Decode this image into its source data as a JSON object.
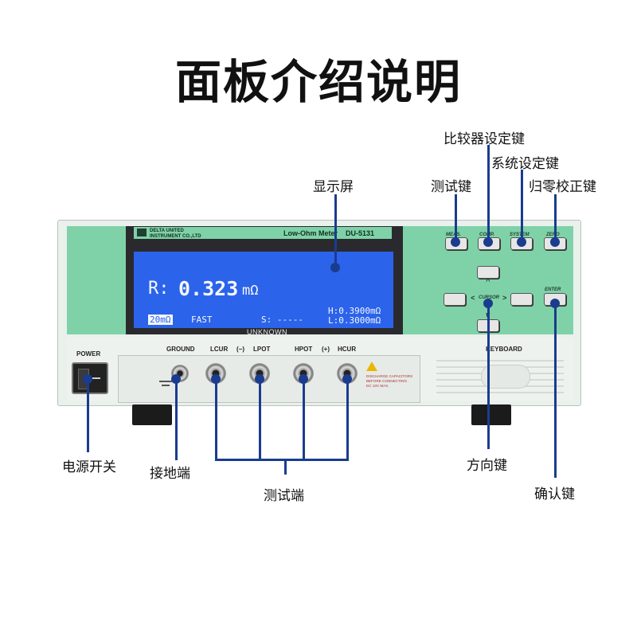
{
  "title": "面板介绍说明",
  "callouts": {
    "display": "显示屏",
    "measure_key": "测试键",
    "compare_key": "比较器设定键",
    "system_key": "系统设定键",
    "zero_key": "归零校正键",
    "power_switch": "电源开关",
    "ground_terminal": "接地端",
    "test_terminals": "测试端",
    "direction_keys": "方向键",
    "enter_key": "确认键"
  },
  "device": {
    "brand_line1": "DELTA UNITED",
    "brand_line2": "INSTRUMENT CO.,LTD",
    "model_name": "Low-Ohm Meter",
    "model_code": "DU-5131",
    "lcd": {
      "reading_label": "R:",
      "reading_value": "0.323",
      "reading_unit": "mΩ",
      "range": "20mΩ",
      "speed": "FAST",
      "status": "S: -----",
      "high_limit": "H:0.3900mΩ",
      "low_limit": "L:0.3000mΩ"
    },
    "unknown_label": "UNKNOWN",
    "keys": {
      "meas": "MEAS.",
      "comp": "COMP.",
      "system": "SYSTEM",
      "zero": "ZERO",
      "cursor": "CURSOR",
      "enter": "ENTER",
      "up_arrow": "^",
      "down_arrow": "v",
      "left_bracket": "<",
      "right_bracket": ">"
    },
    "panel_labels": {
      "power": "POWER",
      "ground": "GROUND",
      "l_cur": "LCUR",
      "minus": "(−)",
      "l_pot": "LPOT",
      "h_pot": "HPOT",
      "plus": "(+)",
      "h_cur": "HCUR",
      "keyboard": "KEYBOARD",
      "warning_line1": "DISCHARGE CAPACITORS",
      "warning_line2": "BEFORE CONNECTING",
      "warning_line3": "DC 10V MAX."
    },
    "colors": {
      "panel_green": "#7fd2a8",
      "lcd_blue": "#2b63ea",
      "callout_blue": "#1a3c8f"
    }
  }
}
